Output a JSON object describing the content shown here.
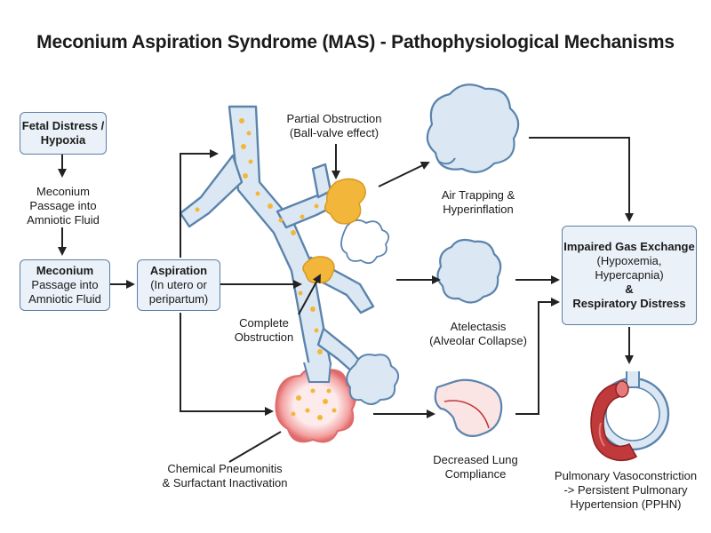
{
  "title": "Meconium Aspiration Syndrome (MAS) - Pathophysiological Mechanisms",
  "boxes": {
    "fetal_distress": "Fetal Distress / Hypoxia",
    "meconium_bold": "Meconium",
    "meconium_rest": "Passage into Amniotic Fluid",
    "aspiration_bold": "Aspiration",
    "aspiration_rest": "(In utero or peripartum)",
    "impaired_bold1": "Impaired Gas Exchange",
    "impaired_mid": "(Hypoxemia, Hypercapnia)",
    "impaired_amp": "&",
    "impaired_bold2": "Respiratory Distress"
  },
  "labels": {
    "meconium_passage": "Meconium Passage into Amniotic Fluid",
    "partial_obstruction_1": "Partial Obstruction",
    "partial_obstruction_2": "(Ball-valve effect)",
    "air_trapping_1": "Air Trapping &",
    "air_trapping_2": "Hyperinflation",
    "complete_obstruction_1": "Complete",
    "complete_obstruction_2": "Obstruction",
    "atelectasis_1": "Atelectasis",
    "atelectasis_2": "(Alveolar Collapse)",
    "pneumonitis_1": "Chemical Pneumonitis",
    "pneumonitis_2": "& Surfactant Inactivation",
    "compliance_1": "Decreased Lung",
    "compliance_2": "Compliance",
    "pphn_1": "Pulmonary Vasoconstriction",
    "pphn_2": "-> Persistent Pulmonary",
    "pphn_3": "Hypertension (PPHN)"
  },
  "colors": {
    "box_border": "#5d7fa3",
    "box_fill": "#eaf1f8",
    "airway_outline": "#5b84ad",
    "airway_fill": "#dbe8f4",
    "meconium": "#f2b73a",
    "inflammation": "#e06a6a",
    "artery": "#c0393b",
    "arrow": "#222222"
  }
}
